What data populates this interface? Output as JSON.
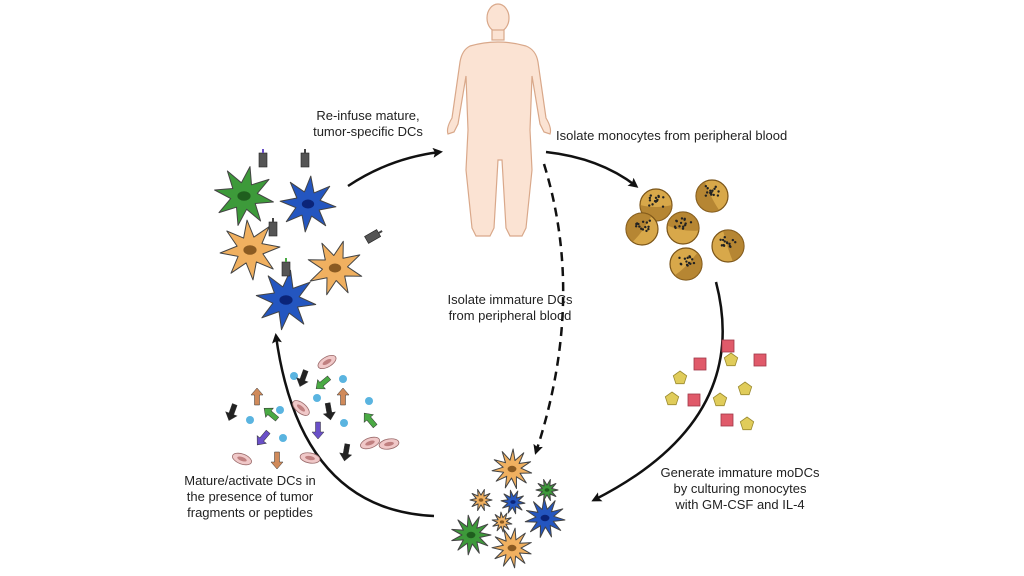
{
  "labels": {
    "reinfuse": "Re-infuse mature,\ntumor-specific DCs",
    "isolate_monocytes": "Isolate monocytes from peripheral blood",
    "isolate_immature": "Isolate immature DCs\nfrom peripheral blood",
    "generate": "Generate immature moDCs\nby culturing monocytes\nwith GM-CSF and IL-4",
    "mature": "Mature/activate DCs in\nthe presence of tumor\nfragments or peptides"
  },
  "colors": {
    "background": "#ffffff",
    "text": "#222222",
    "arrow": "#111111",
    "human_fill": "#fbe3d3",
    "human_stroke": "#d9a88a",
    "monocyte_light": "#d8a84a",
    "monocyte_dark": "#a8782a",
    "monocyte_stroke": "#7a5418",
    "dc_green": "#3d9a3a",
    "dc_green_nucleus": "#1f5e1e",
    "dc_blue": "#2456c0",
    "dc_blue_nucleus": "#0b2478",
    "dc_orange": "#f0b060",
    "dc_orange_nucleus": "#8a5a22",
    "cytokine_square": "#e05a6a",
    "cytokine_pentagon": "#e0cc5a",
    "fragment_blue_dot": "#5ab4e0",
    "fragment_pink": "#f0c8c8",
    "peptide_black": "#222222",
    "peptide_green": "#4aaa44",
    "peptide_purple": "#6a50c8",
    "peptide_tan": "#d08a5a"
  },
  "icons": {
    "human": "human-body-icon",
    "monocyte": "monocyte-cell-icon",
    "dendritic_cell": "dendritic-cell-icon",
    "cytokine": "cytokine-icon",
    "tumor_fragment": "tumor-fragment-icon",
    "peptide": "peptide-icon",
    "mhc": "mhc-receptor-icon"
  }
}
